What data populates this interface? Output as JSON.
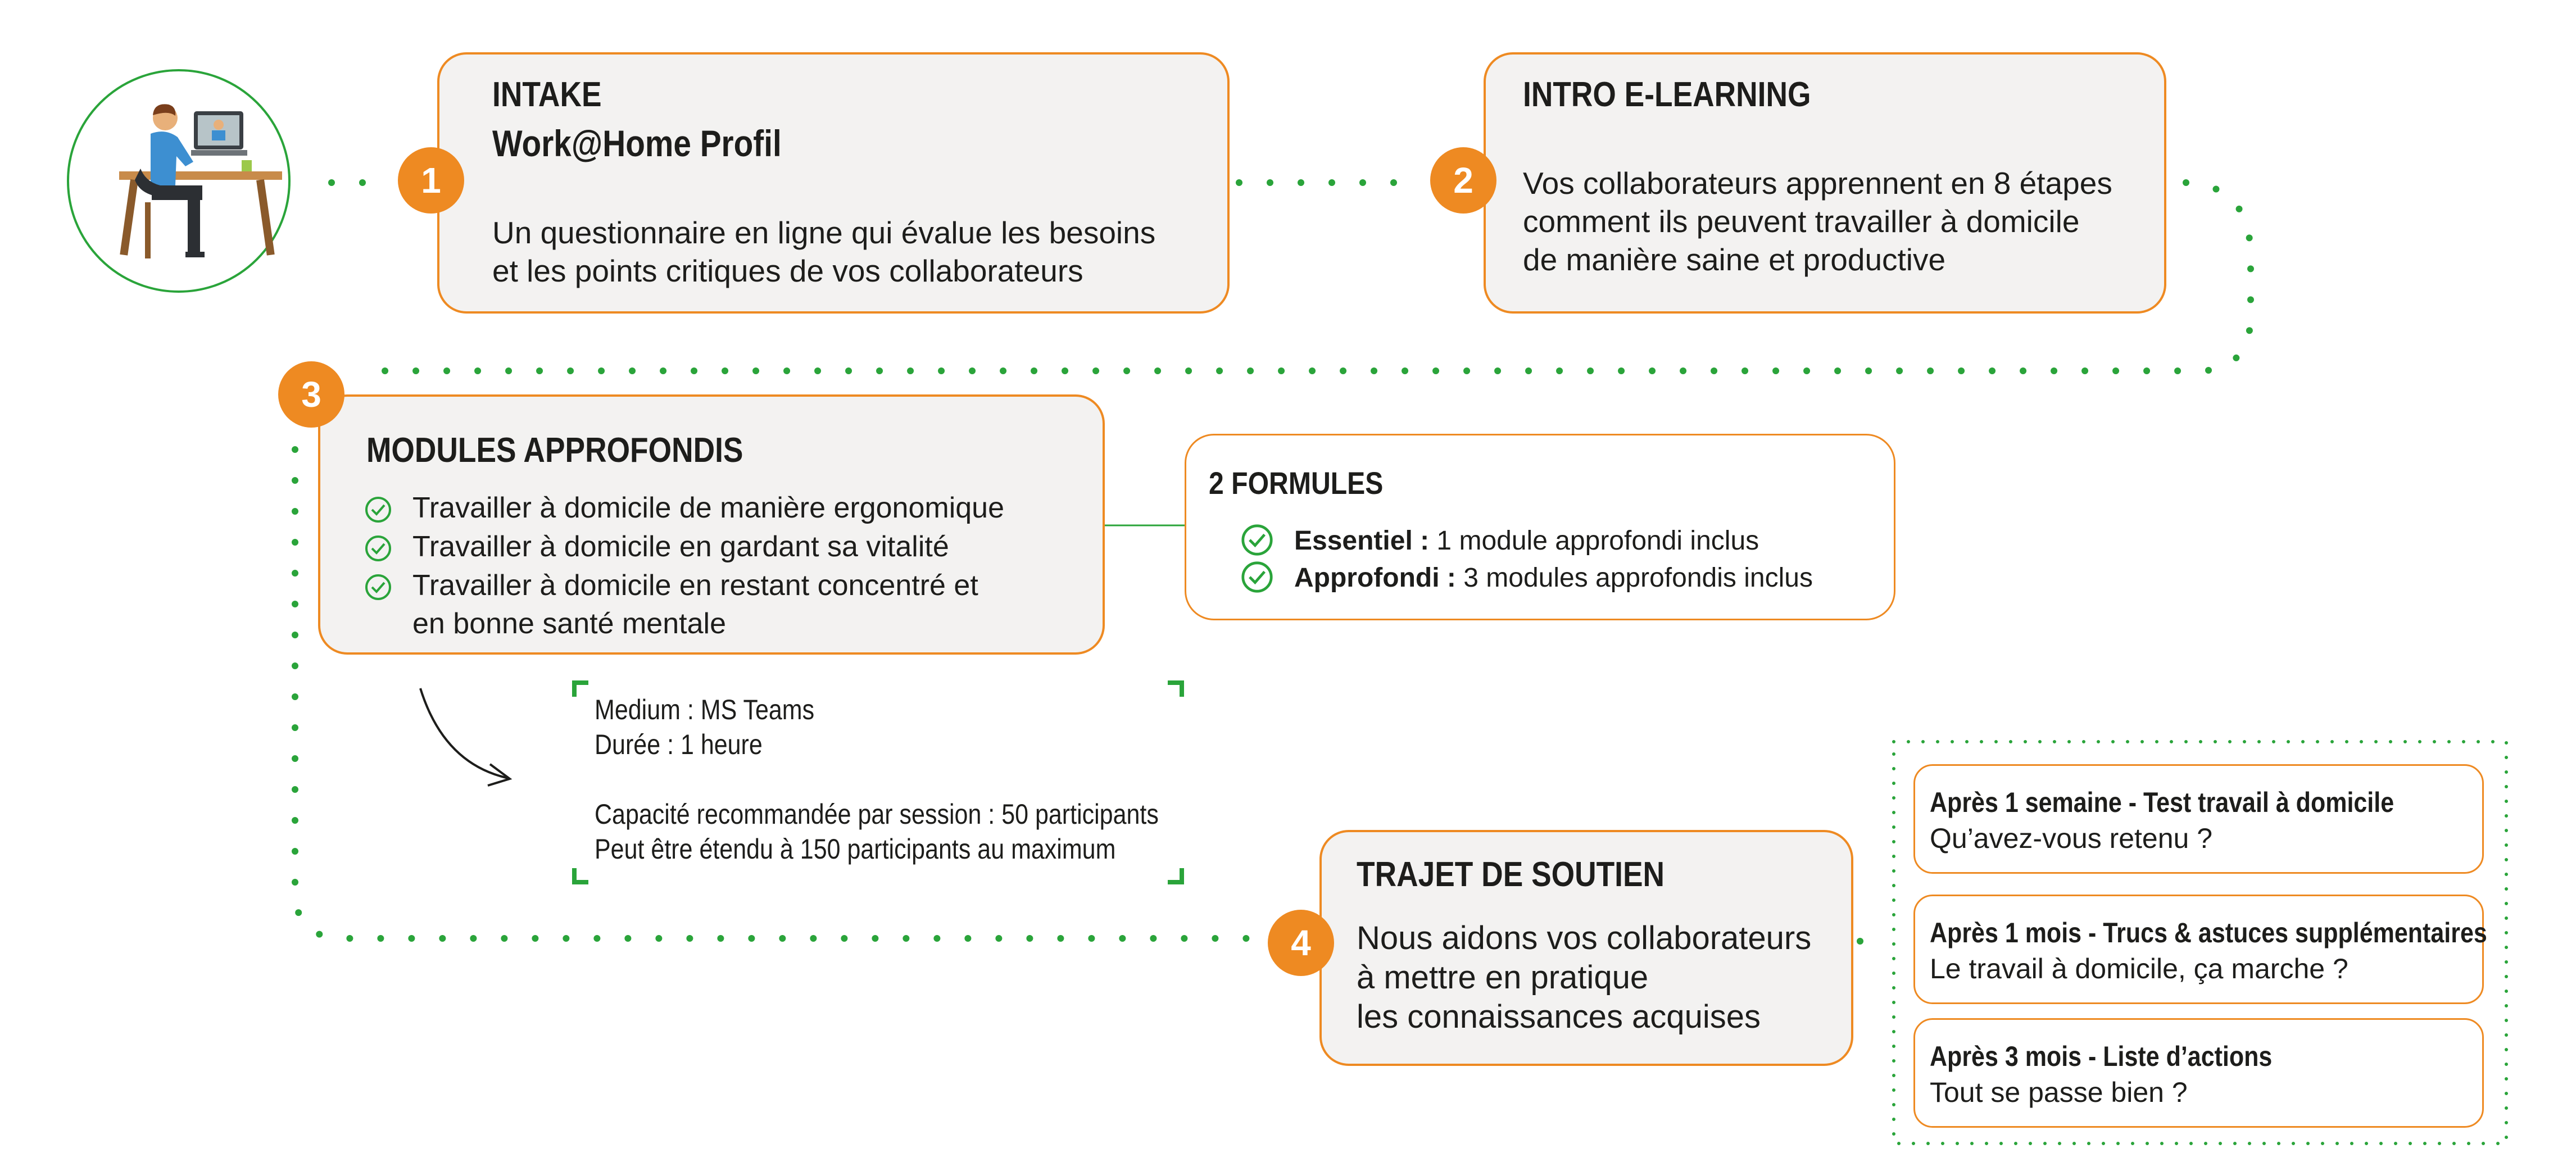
{
  "colors": {
    "accent": "#ee8a22",
    "green": "#2aa43a",
    "box_fill": "#f3f2f1",
    "text": "#1d1d1b"
  },
  "icons": {
    "person": "person-at-desk-icon",
    "check": "check-circle-icon",
    "arrow": "curved-arrow-icon"
  },
  "step1": {
    "number": "1",
    "title": "INTAKE",
    "subtitle": "Work@Home Profil",
    "line1": "Un questionnaire en ligne qui évalue les besoins",
    "line2": "et les points critiques de vos collaborateurs"
  },
  "step2": {
    "number": "2",
    "title": "INTRO E-LEARNING",
    "line1": "Vos collaborateurs apprennent en 8 étapes",
    "line2": "comment ils peuvent travailler à domicile",
    "line3": "de manière saine et productive"
  },
  "step3": {
    "number": "3",
    "title": "MODULES APPROFONDIS",
    "items": [
      "Travailler à domicile de manière ergonomique",
      "Travailler à domicile en gardant sa vitalité",
      "Travailler à domicile en restant concentré et"
    ],
    "item3_cont": "en bonne santé mentale"
  },
  "formules": {
    "title": "2 FORMULES",
    "rows": [
      {
        "label": "Essentiel :",
        "text": " 1 module approfondi inclus"
      },
      {
        "label": "Approfondi :",
        "text": " 3 modules approfondis inclus"
      }
    ]
  },
  "details": {
    "medium": "Medium : MS Teams",
    "duree": "Durée : 1 heure",
    "capacite": "Capacité recommandée par session : 50 participants",
    "etendu": "Peut être étendu à 150 participants au maximum"
  },
  "step4": {
    "number": "4",
    "title": "TRAJET DE SOUTIEN",
    "line1": "Nous aidons vos collaborateurs",
    "line2": "à mettre en pratique",
    "line3": "les connaissances acquises"
  },
  "followups": [
    {
      "title": "Après 1 semaine - Test travail à domicile",
      "text": "Qu’avez-vous retenu ?"
    },
    {
      "title": "Après 1 mois - Trucs & astuces supplémentaires",
      "text": "Le travail à domicile, ça marche ?"
    },
    {
      "title": "Après 3 mois - Liste d’actions",
      "text": "Tout se passe bien ?"
    }
  ]
}
